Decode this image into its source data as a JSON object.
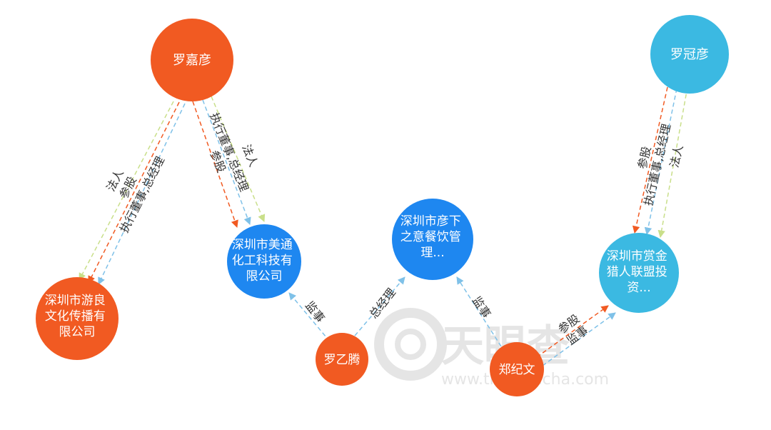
{
  "colors": {
    "person_orange": "#F15A22",
    "company_blue": "#1E87F0",
    "company_cyan": "#3BB9E2",
    "rel_legal": "#C9DF8A",
    "rel_equity": "#F15A22",
    "rel_exec": "#7FC1E8",
    "watermark": "#E3E3E3"
  },
  "watermark": {
    "brand": "天眼查",
    "url": "www.tianyancha.com"
  },
  "nodes": {
    "luo_jiayan": {
      "label": "罗嘉彦"
    },
    "luo_guanyan": {
      "label": "罗冠彦"
    },
    "youliang": {
      "label": "深圳市游良文化传播有限公司"
    },
    "meitong": {
      "label": "深圳市美通化工科技有限公司"
    },
    "yanxia": {
      "label": "深圳市彦下之意餐饮管理..."
    },
    "shangjin": {
      "label": "深圳市赏金猎人联盟投资..."
    },
    "luo_yiteng": {
      "label": "罗乙腾"
    },
    "zheng_jiwen": {
      "label": "郑纪文"
    }
  },
  "edges": {
    "jy_youliang": [
      "法人",
      "参股",
      "执行董事,总经理"
    ],
    "jy_meitong": [
      "执行董事,总经理",
      "参股",
      "法人"
    ],
    "yt_meitong": [
      "监事"
    ],
    "yt_yanxia": [
      "总经理"
    ],
    "zj_yanxia": [
      "监事"
    ],
    "zj_shangjin": [
      "参股",
      "监事"
    ],
    "gy_shangjin": [
      "参股",
      "执行董事,总经理",
      "法人"
    ]
  }
}
